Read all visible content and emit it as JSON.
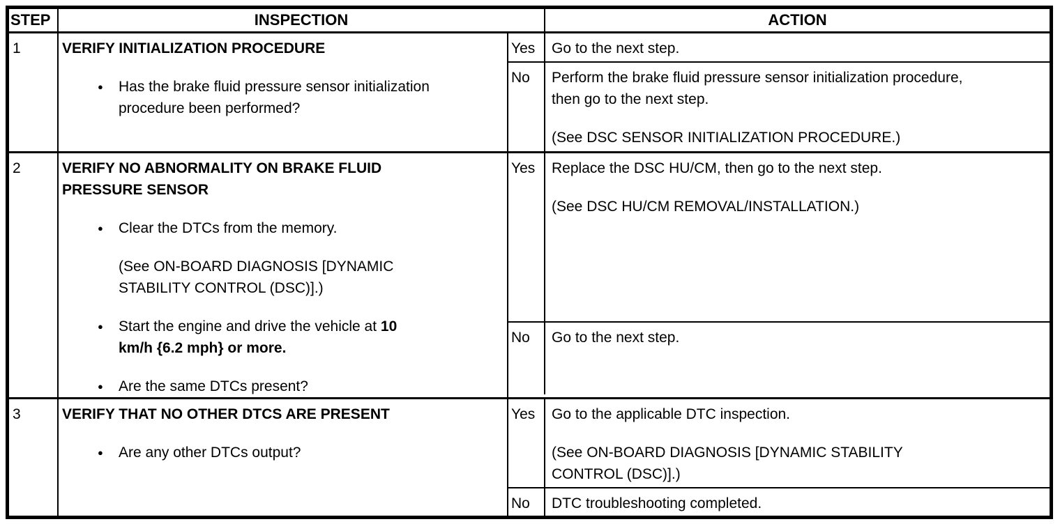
{
  "glyphs": {
    "bullet": "●"
  },
  "header": {
    "step": "STEP",
    "inspection": "INSPECTION",
    "action": "ACTION"
  },
  "steps": [
    {
      "number": "1",
      "inspection": {
        "title_lines": [
          "VERIFY INITIALIZATION PROCEDURE"
        ],
        "items": [
          {
            "type": "bullet",
            "lines": [
              "Has the brake fluid pressure sensor initialization",
              "procedure been performed?"
            ]
          }
        ]
      },
      "branches": [
        {
          "answer": "Yes",
          "paras": [
            [
              "Go to the next step."
            ]
          ]
        },
        {
          "answer": "No",
          "paras": [
            [
              "Perform the brake fluid pressure sensor initialization procedure,",
              "then go to the next step."
            ],
            [
              "(See DSC SENSOR INITIALIZATION PROCEDURE.)"
            ]
          ]
        }
      ]
    },
    {
      "number": "2",
      "inspection": {
        "title_lines": [
          "VERIFY NO ABNORMALITY ON BRAKE FLUID",
          "PRESSURE SENSOR"
        ],
        "items": [
          {
            "type": "bullet",
            "lines": [
              "Clear the DTCs from the memory."
            ]
          },
          {
            "type": "subpara",
            "lines": [
              "(See ON-BOARD DIAGNOSIS [DYNAMIC",
              "STABILITY CONTROL (DSC)].)"
            ]
          },
          {
            "type": "bullet-mixed",
            "line1_regular": "Start the engine and drive the vehicle at ",
            "line1_bold": "10",
            "line2_bold": "km/h {6.2 mph} or more."
          },
          {
            "type": "bullet",
            "lines": [
              "Are the same DTCs present?"
            ]
          }
        ]
      },
      "branches": [
        {
          "answer": "Yes",
          "paras": [
            [
              "Replace the DSC HU/CM, then go to the next step."
            ],
            [
              "(See DSC HU/CM REMOVAL/INSTALLATION.)"
            ]
          ]
        },
        {
          "answer": "No",
          "paras": [
            [
              "Go to the next step."
            ]
          ]
        }
      ]
    },
    {
      "number": "3",
      "inspection": {
        "title_lines": [
          "VERIFY THAT NO OTHER DTCS ARE PRESENT"
        ],
        "items": [
          {
            "type": "bullet",
            "lines": [
              "Are any other DTCs output?"
            ]
          }
        ]
      },
      "branches": [
        {
          "answer": "Yes",
          "paras": [
            [
              "Go to the applicable DTC inspection."
            ],
            [
              "(See ON-BOARD DIAGNOSIS [DYNAMIC STABILITY",
              "CONTROL (DSC)].)"
            ]
          ]
        },
        {
          "answer": "No",
          "paras": [
            [
              "DTC troubleshooting completed."
            ]
          ]
        }
      ]
    }
  ]
}
